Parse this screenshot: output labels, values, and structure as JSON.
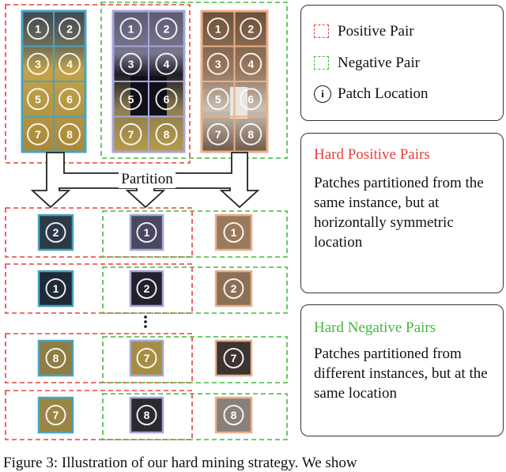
{
  "colors": {
    "positive": "#e8403c",
    "negative": "#45b83e",
    "frame_a": "#4aa3c0",
    "frame_b": "#a6a6d8",
    "frame_c": "#e9b08a"
  },
  "figure": {
    "partition_label": "Partition",
    "grid_numbers": [
      "1",
      "2",
      "3",
      "4",
      "5",
      "6",
      "7",
      "8"
    ],
    "rows": [
      {
        "a": "2",
        "b": "1",
        "c": "1"
      },
      {
        "a": "1",
        "b": "2",
        "c": "2"
      },
      {
        "a": "8",
        "b": "7",
        "c": "7"
      },
      {
        "a": "7",
        "b": "8",
        "c": "8"
      }
    ]
  },
  "legend": {
    "positive": "Positive Pair",
    "negative": "Negative Pair",
    "patch": "Patch Location",
    "patch_symbol": "i"
  },
  "hard_positive": {
    "title": "Hard Positive Pairs",
    "text": "Patches partitioned from the same instance, but at horizontally symmetric location"
  },
  "hard_negative": {
    "title": "Hard Negative Pairs",
    "text": "Patches partitioned from different instances, but at the same location"
  },
  "caption": "Figure 3: Illustration of our hard mining strategy. We show"
}
